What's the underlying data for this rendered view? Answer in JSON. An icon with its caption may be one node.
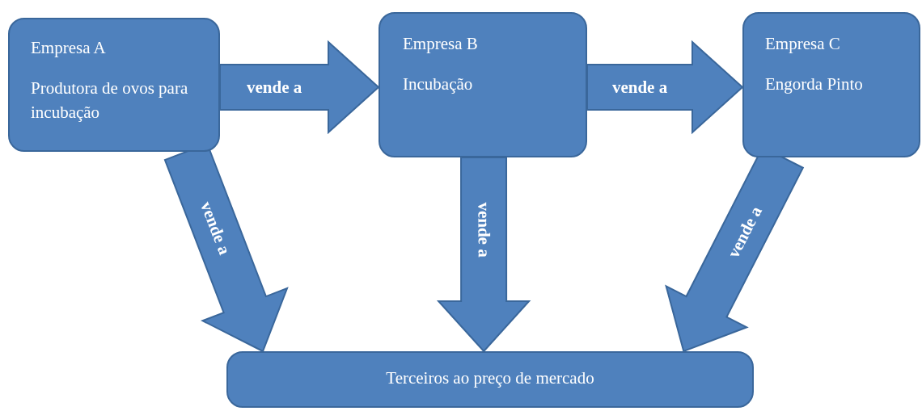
{
  "diagram": {
    "nodes": [
      {
        "text": [
          "Empresa A",
          "Produtora de ovos para incubação"
        ]
      },
      {
        "text": [
          "Empresa B",
          "Incubação"
        ]
      },
      {
        "text": [
          "Empresa C",
          "Engorda Pinto"
        ]
      },
      {
        "text": [
          "Terceiros ao preço de mercado"
        ]
      }
    ],
    "edges": [
      {
        "from": 0,
        "to": 1,
        "arrow": "to",
        "label": "vende a"
      },
      {
        "from": 1,
        "to": 2,
        "arrow": "to",
        "label": "vende a"
      },
      {
        "from": 0,
        "to": 3,
        "arrow": "to",
        "label": "vende a"
      },
      {
        "from": 1,
        "to": 3,
        "arrow": "to",
        "label": "vende a"
      },
      {
        "from": 2,
        "to": 3,
        "arrow": "to",
        "label": "vende a"
      }
    ]
  }
}
